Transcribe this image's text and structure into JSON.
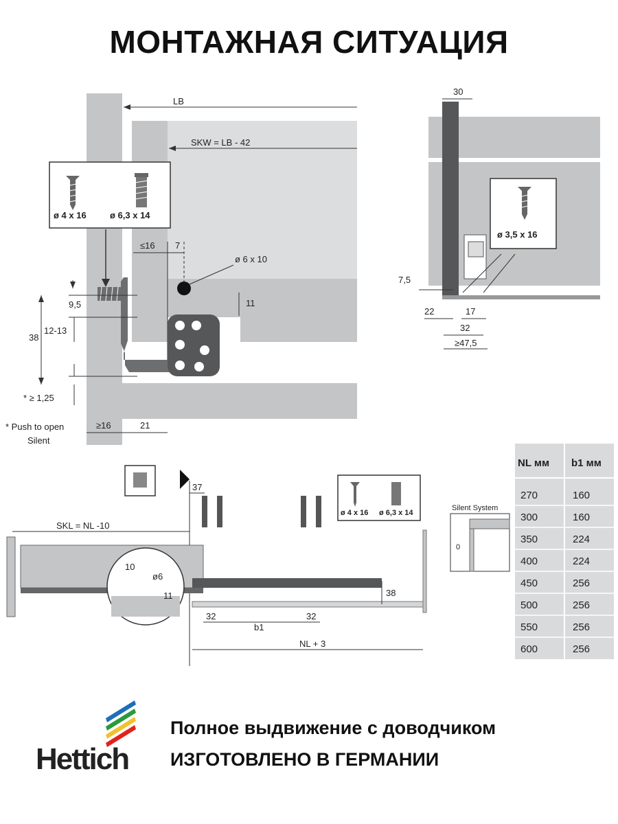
{
  "title": "МОНТАЖНАЯ СИТУАЦИЯ",
  "diagram_main": {
    "lb": "LB",
    "skw": "SKW = LB - 42",
    "screw_a": "ø 4 x 16",
    "screw_b": "ø 6,3 x 14",
    "le16": "≤16",
    "d7": "7",
    "d_hole": "ø 6 x 10",
    "d11": "11",
    "d9_5": "9,5",
    "d38": "38",
    "d12_13": "12-13",
    "d1_25": "* ≥ 1,25",
    "push_note_1": "* Push to open",
    "push_note_2": "Silent",
    "ge16": "≥16",
    "d21": "21"
  },
  "diagram_side": {
    "d30": "30",
    "screw": "ø 3,5 x 16",
    "d7_5": "7,5",
    "d22": "22",
    "d17": "17",
    "d32": "32",
    "d47_5": "≥47,5"
  },
  "diagram_bottom": {
    "d37": "37",
    "skl": "SKL = NL -10",
    "d10": "10",
    "d6": "ø6",
    "d11": "11",
    "d32a": "32",
    "b1": "b1",
    "d32b": "32",
    "d38": "38",
    "nl3": "NL + 3",
    "screw_a": "ø 4 x 16",
    "screw_b": "ø 6,3 x 14",
    "silent_label": "Silent System",
    "silent_zero": "0"
  },
  "table": {
    "headers": [
      "NL мм",
      "b1 мм"
    ],
    "rows": [
      [
        "270",
        "160"
      ],
      [
        "300",
        "160"
      ],
      [
        "350",
        "224"
      ],
      [
        "400",
        "224"
      ],
      [
        "450",
        "256"
      ],
      [
        "500",
        "256"
      ],
      [
        "550",
        "256"
      ],
      [
        "600",
        "256"
      ]
    ]
  },
  "brand": {
    "name": "Hettich",
    "stripe_colors": [
      "#1d6fb8",
      "#2a9a3c",
      "#f2c12e",
      "#e2231a"
    ]
  },
  "footer": {
    "line1": "Полное выдвижение с доводчиком",
    "line2": "ИЗГОТОВЛЕНО В ГЕРМАНИИ"
  },
  "colors": {
    "panel": "#c7c8ca",
    "panel_light": "#dcdddf",
    "ink": "#333333"
  }
}
